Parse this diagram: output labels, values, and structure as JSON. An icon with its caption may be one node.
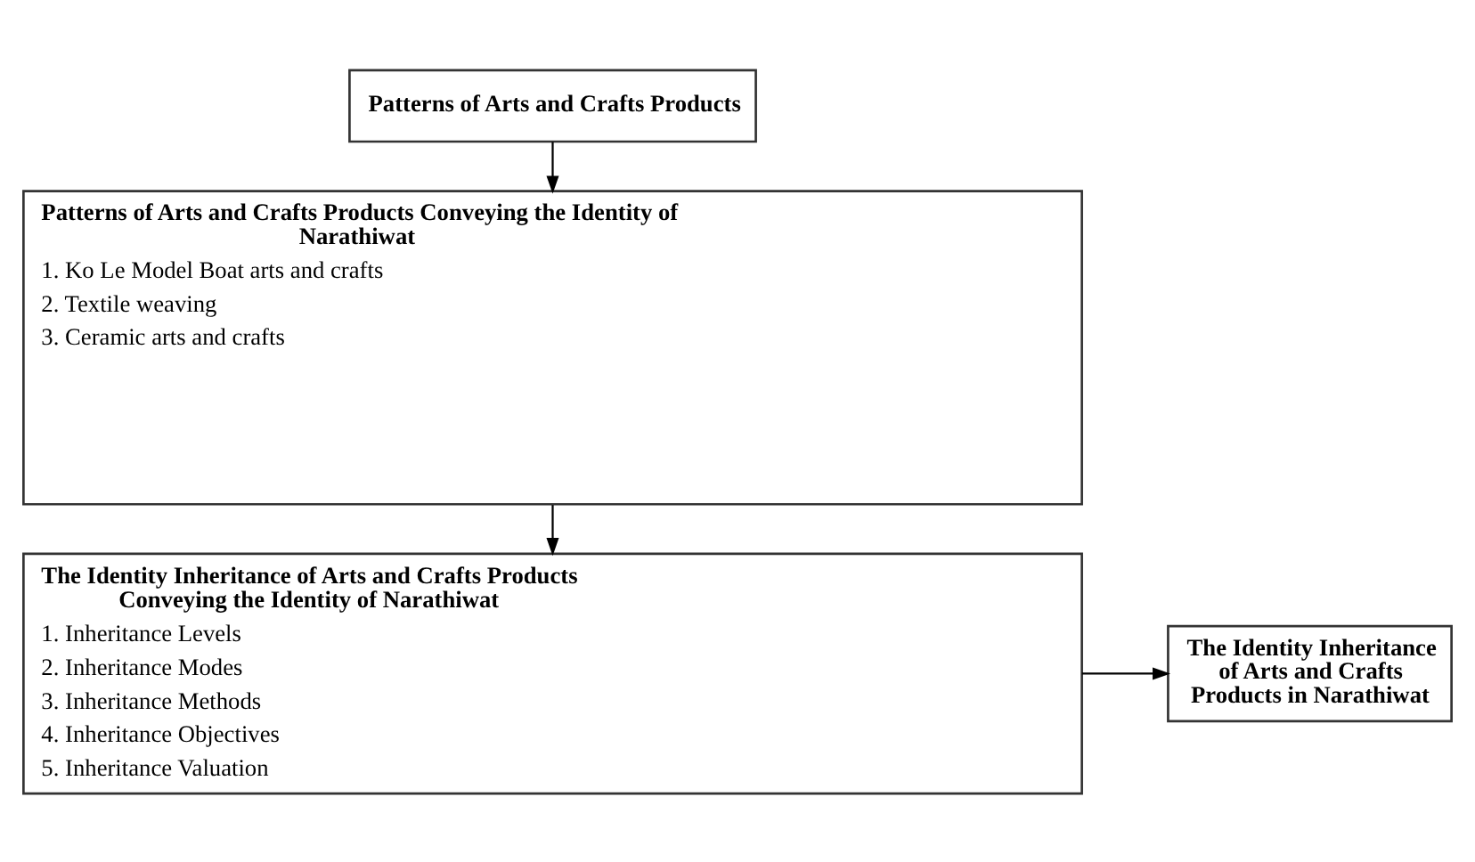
{
  "diagram": {
    "nodes": [
      {
        "text": [
          "Patterns of Arts and Crafts Products"
        ]
      },
      {
        "text": [
          "Patterns of Arts and Crafts Products Conveying the Identity of Narathiwat",
          "1. Ko Le Model Boat arts and crafts",
          "2. Textile weaving",
          "3. Ceramic arts and crafts"
        ]
      },
      {
        "text": [
          "The Identity Inheritance of Arts and Crafts Products Conveying the Identity of Narathiwat",
          "1. Inheritance Levels",
          "2. Inheritance Modes",
          "3. Inheritance Methods",
          "4. Inheritance Objectives",
          "5. Inheritance Valuation"
        ]
      },
      {
        "text": [
          "The Identity Inheritance of Arts and Crafts Products in Narathiwat"
        ]
      }
    ],
    "edges": [
      {
        "from": 0,
        "to": 1,
        "arrow": "to"
      },
      {
        "from": 1,
        "to": 2,
        "arrow": "to"
      },
      {
        "from": 2,
        "to": 3,
        "arrow": "to"
      }
    ]
  }
}
